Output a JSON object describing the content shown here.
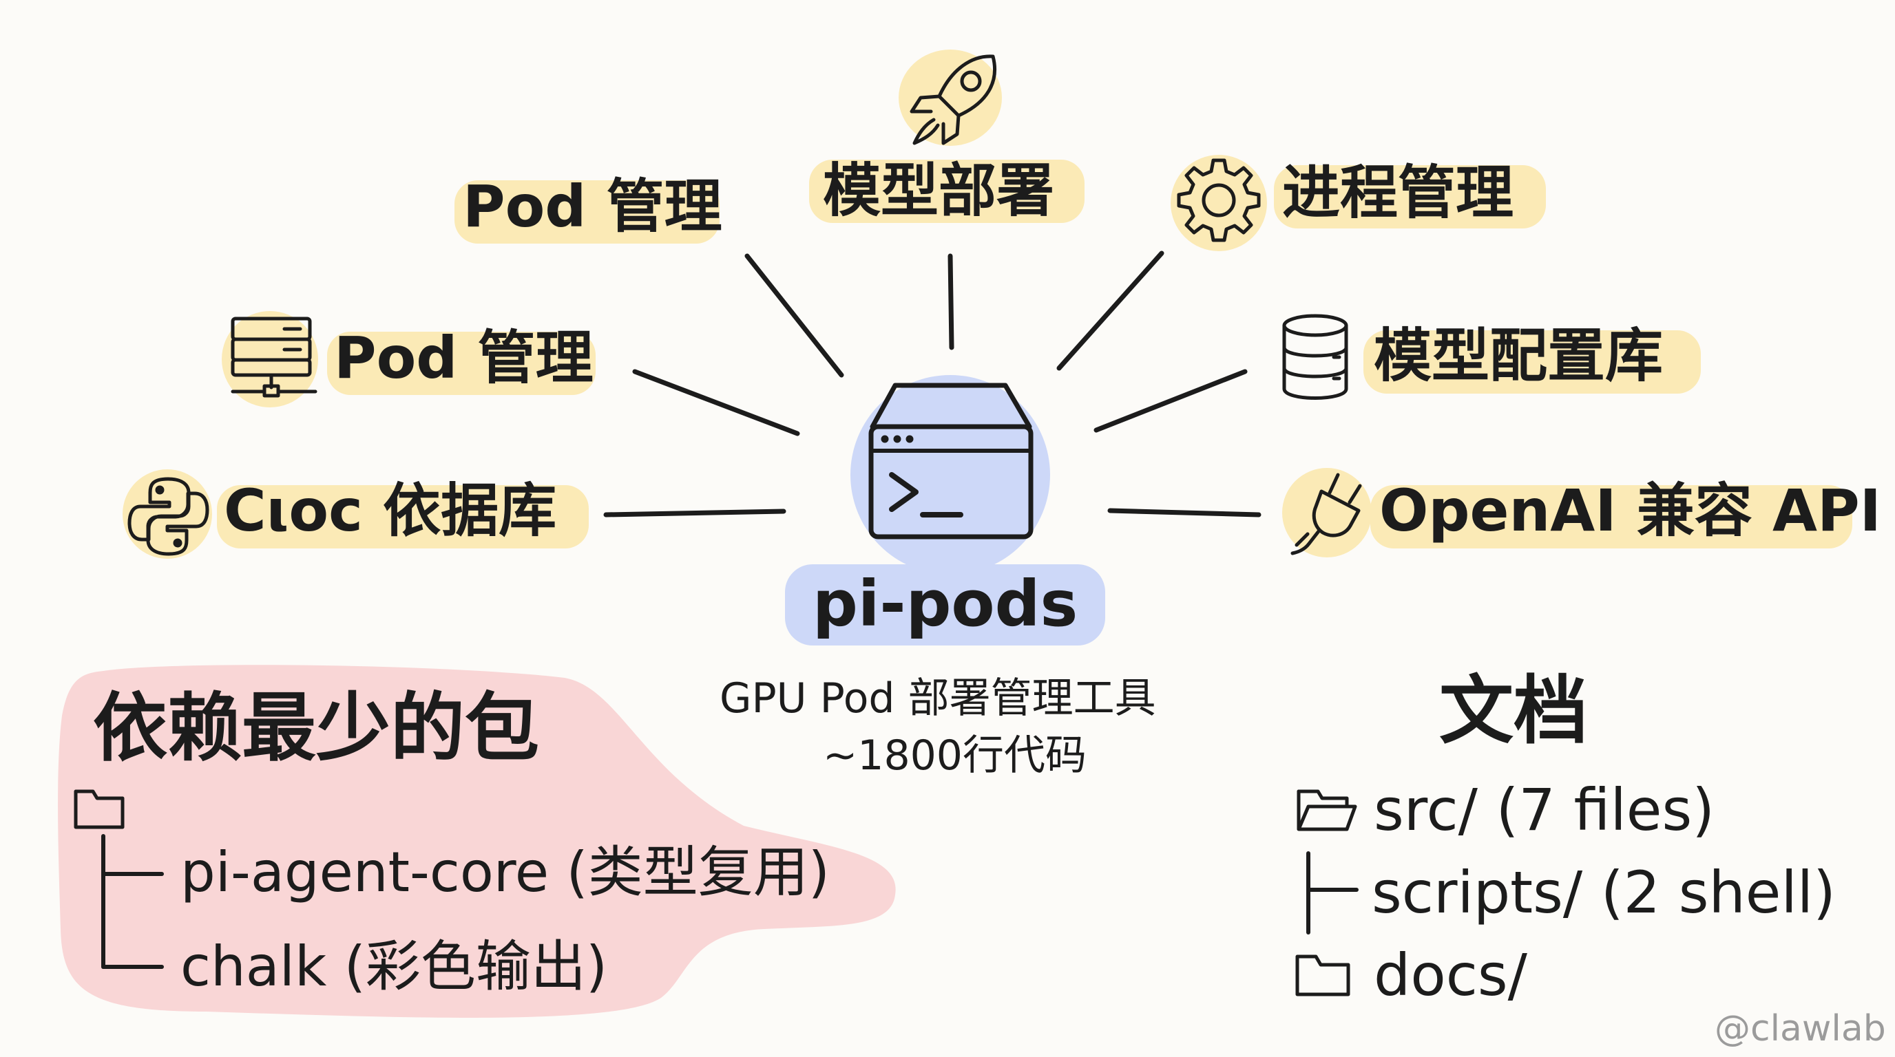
{
  "center": {
    "title": "pi-pods",
    "subtitle": "GPU Pod 部署管理工具",
    "loc": "~1800行代码",
    "icon": "terminal-window-icon"
  },
  "features": {
    "deploy": {
      "label": "模型部署",
      "icon": "rocket-icon"
    },
    "pod_top": {
      "label": "Pod 管理"
    },
    "process": {
      "label": "进程管理",
      "icon": "gear-icon"
    },
    "pod_left": {
      "label": "Pod 管理",
      "icon": "server-icon"
    },
    "model_config": {
      "label": "模型配置库",
      "icon": "database-icon"
    },
    "python_deps": {
      "label": "Cιoc 依据库",
      "icon": "python-icon"
    },
    "openai": {
      "label": "OpenAI 兼容 API",
      "icon": "plug-icon"
    }
  },
  "deps": {
    "title": "依赖最少的包",
    "icon": "folder-icon",
    "items": [
      "pi-agent-core (类型复用)",
      "chalk (彩色输出)"
    ]
  },
  "docs": {
    "title": "文档",
    "items": [
      "src/ (7 files)",
      "scripts/ (2 shell)",
      "docs/"
    ],
    "icons": [
      "folder-open-icon",
      "tree-branch-icon",
      "folder-icon"
    ]
  },
  "watermark": "@clawlab",
  "colors": {
    "highlight_yellow": "#fbeab6",
    "highlight_blue": "#c9d5f7",
    "highlight_pink": "#f9d6d6",
    "ink": "#1c1c1c"
  }
}
